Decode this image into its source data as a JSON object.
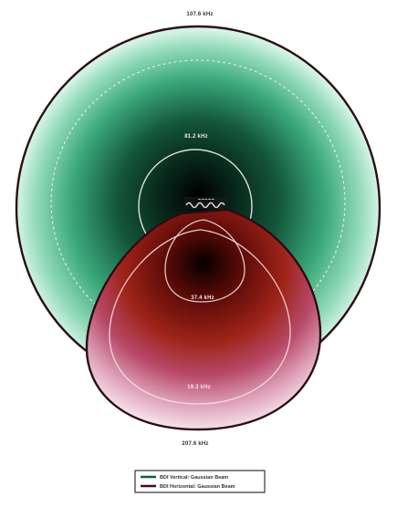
{
  "colors": {
    "outer_region_light": "#c9f0df",
    "outer_region_mid": "#45c592",
    "outer_region_dark": "#0f4a33",
    "inner_region_light": "#f3d4e0",
    "inner_region_mid": "#bd4f76",
    "inner_region_dark": "#3a0806",
    "outline": "#2e0c12",
    "contour": "#f4f1e8",
    "source": "#d8d8d8"
  },
  "diagram": {
    "source_label": "~~~~~",
    "contour_labels": {
      "outer_top": "107.6 kHz",
      "outer_inner_ring": "81.2 kHz",
      "inner_upper": "37.4 kHz",
      "inner_lower": "19.3 kHz",
      "bottom": "207.6 kHz"
    }
  },
  "legend": {
    "items": [
      {
        "label": "BDI Vertical: Gaussian Beam",
        "color": "#0e5e3e"
      },
      {
        "label": "BDI Horizontal: Gaussian Beam",
        "color": "#4a0a14"
      }
    ]
  }
}
